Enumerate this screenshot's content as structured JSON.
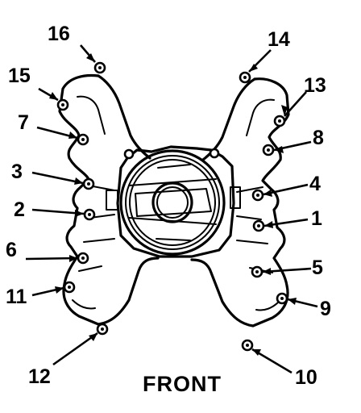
{
  "diagram": {
    "title": "FRONT",
    "bolts": [
      {
        "label": "16"
      },
      {
        "label": "15"
      },
      {
        "label": "7"
      },
      {
        "label": "3"
      },
      {
        "label": "2"
      },
      {
        "label": "6"
      },
      {
        "label": "11"
      },
      {
        "label": "12"
      },
      {
        "label": "14"
      },
      {
        "label": "13"
      },
      {
        "label": "8"
      },
      {
        "label": "4"
      },
      {
        "label": "1"
      },
      {
        "label": "5"
      },
      {
        "label": "9"
      },
      {
        "label": "10"
      }
    ]
  }
}
